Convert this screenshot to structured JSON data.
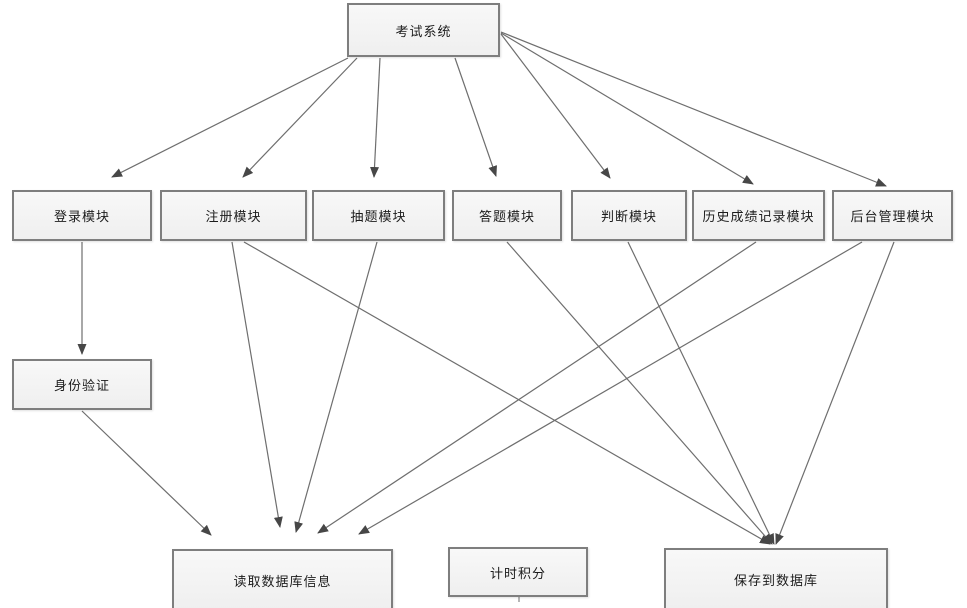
{
  "diagram": {
    "nodes": {
      "exam_system": {
        "label": "考试系统"
      },
      "login": {
        "label": "登录模块"
      },
      "register": {
        "label": "注册模块"
      },
      "draw_question": {
        "label": "抽题模块"
      },
      "answer": {
        "label": "答题模块"
      },
      "judge": {
        "label": "判断模块"
      },
      "history_record": {
        "label": "历史成绩记录模块"
      },
      "admin": {
        "label": "后台管理模块"
      },
      "identity_verify": {
        "label": "身份验证"
      },
      "read_db": {
        "label": "读取数据库信息"
      },
      "timer_score": {
        "label": "计时积分"
      },
      "save_db": {
        "label": "保存到数据库"
      }
    },
    "edges": [
      {
        "from": "exam_system",
        "to": "login"
      },
      {
        "from": "exam_system",
        "to": "register"
      },
      {
        "from": "exam_system",
        "to": "draw_question"
      },
      {
        "from": "exam_system",
        "to": "answer"
      },
      {
        "from": "exam_system",
        "to": "judge"
      },
      {
        "from": "exam_system",
        "to": "history_record"
      },
      {
        "from": "exam_system",
        "to": "admin"
      },
      {
        "from": "login",
        "to": "identity_verify"
      },
      {
        "from": "identity_verify",
        "to": "read_db"
      },
      {
        "from": "register",
        "to": "read_db"
      },
      {
        "from": "draw_question",
        "to": "read_db"
      },
      {
        "from": "history_record",
        "to": "read_db"
      },
      {
        "from": "admin",
        "to": "read_db"
      },
      {
        "from": "register",
        "to": "save_db"
      },
      {
        "from": "answer",
        "to": "save_db"
      },
      {
        "from": "judge",
        "to": "save_db"
      },
      {
        "from": "admin",
        "to": "save_db"
      }
    ],
    "colors": {
      "line": "#6e6e6e",
      "arrowhead": "#474747",
      "box_border": "#7e7e7e",
      "box_fill": "#f3f3f3"
    }
  }
}
